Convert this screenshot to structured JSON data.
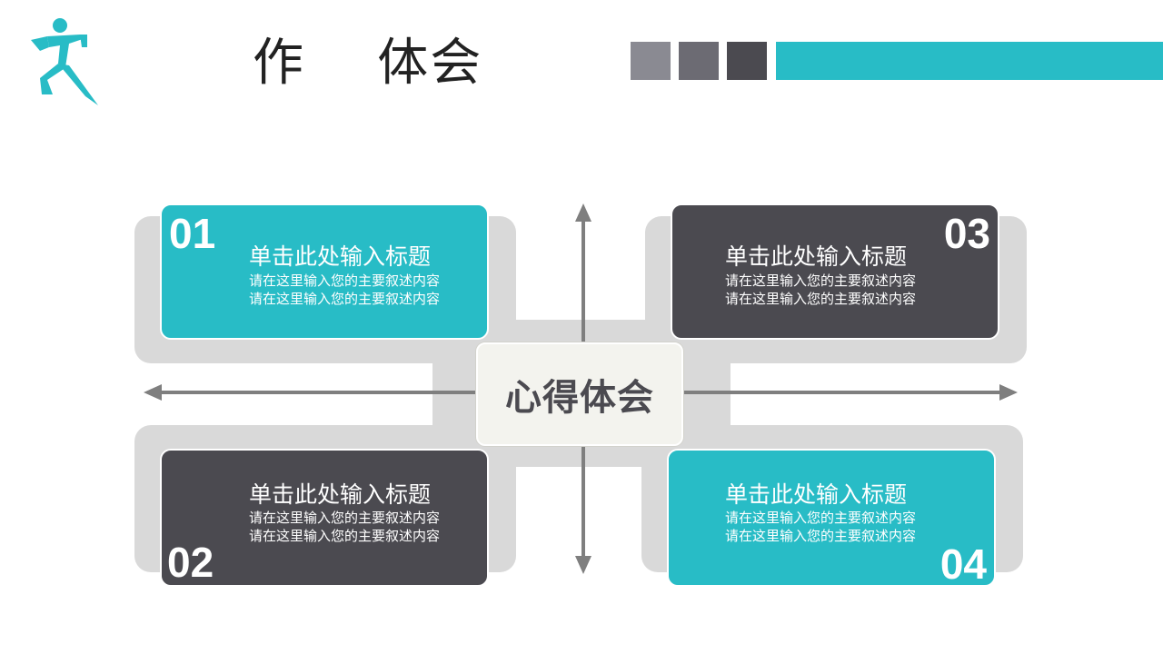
{
  "header": {
    "title": "作    体会",
    "logo_icon": "running-person-icon",
    "colors": {
      "accent": "#28bcc6",
      "squares": [
        "#8a8a92",
        "#6c6b73",
        "#4b4a50"
      ]
    }
  },
  "center": {
    "label": "心得体会"
  },
  "cards": [
    {
      "number": "01",
      "title": "单击此处输入标题",
      "desc1": "请在这里输入您的主要叙述内容",
      "desc2": "请在这里输入您的主要叙述内容"
    },
    {
      "number": "02",
      "title": "单击此处输入标题",
      "desc1": "请在这里输入您的主要叙述内容",
      "desc2": "请在这里输入您的主要叙述内容"
    },
    {
      "number": "03",
      "title": "单击此处输入标题",
      "desc1": "请在这里输入您的主要叙述内容",
      "desc2": "请在这里输入您的主要叙述内容"
    },
    {
      "number": "04",
      "title": "单击此处输入标题",
      "desc1": "请在这里输入您的主要叙述内容",
      "desc2": "请在这里输入您的主要叙述内容"
    }
  ],
  "colors": {
    "teal": "#28bcc6",
    "dark": "#4b4a50",
    "gray": "#d9d9d9",
    "arrow": "#7f7f7f"
  }
}
